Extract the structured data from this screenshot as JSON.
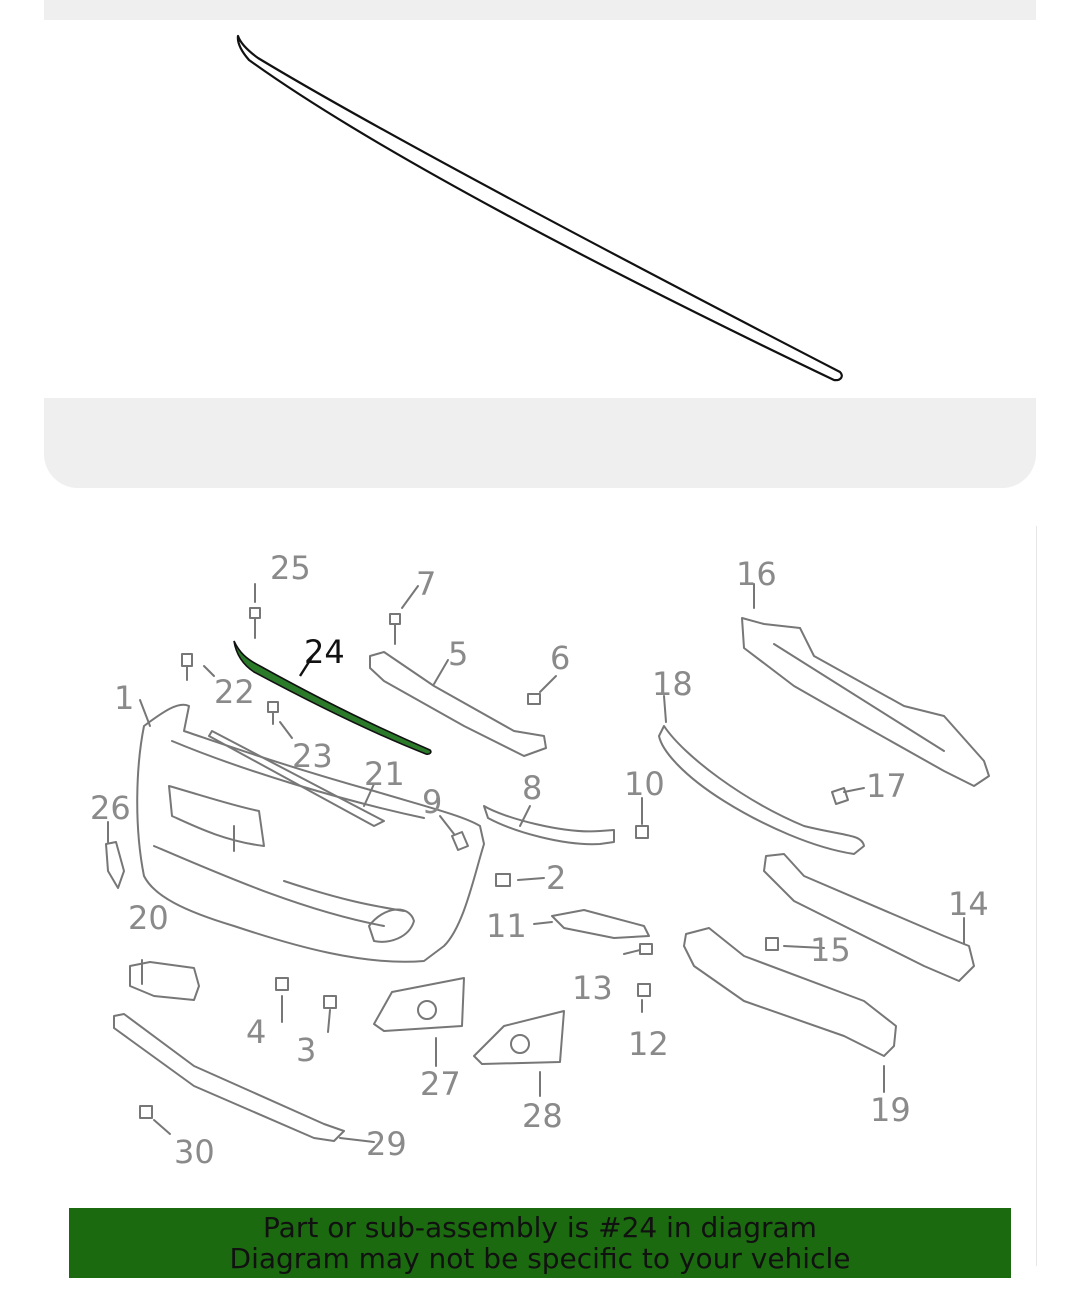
{
  "diagram": {
    "highlighted_callout": "24",
    "callouts": [
      "1",
      "2",
      "3",
      "4",
      "5",
      "6",
      "7",
      "8",
      "9",
      "10",
      "11",
      "12",
      "13",
      "14",
      "15",
      "16",
      "17",
      "18",
      "19",
      "20",
      "21",
      "22",
      "23",
      "24",
      "25",
      "26",
      "27",
      "28",
      "29",
      "30"
    ],
    "colors": {
      "highlight_part": "#1f6f1f",
      "callout_text": "#8a8a8a",
      "line_art": "#777777"
    }
  },
  "banner": {
    "line1": "Part or sub-assembly is #24 in diagram",
    "line2": "Diagram may not be specific to your vehicle",
    "background": "#1b6a0f"
  }
}
